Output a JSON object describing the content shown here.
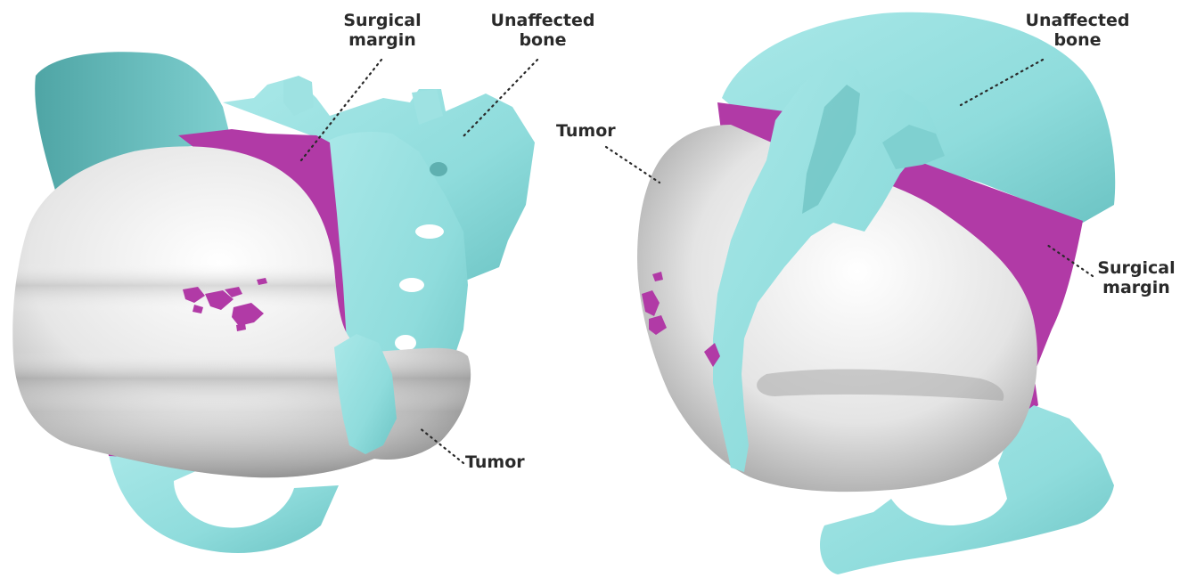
{
  "left_view": {
    "surgical_margin": {
      "line1": "Surgical",
      "line2": "margin"
    },
    "unaffected_bone": {
      "line1": "Unaffected",
      "line2": "bone"
    },
    "tumor": "Tumor"
  },
  "right_view": {
    "tumor": "Tumor",
    "unaffected_bone": {
      "line1": "Unaffected",
      "line2": "bone"
    },
    "surgical_margin": {
      "line1": "Surgical",
      "line2": "margin"
    }
  },
  "colors": {
    "bone": "#8fdcdc",
    "bone_shade": "#5fb8b8",
    "margin": "#b13aa6",
    "tumor_light": "#f4f4f4",
    "tumor_shade": "#8a8a8a",
    "label_text": "#2a2a2a"
  }
}
